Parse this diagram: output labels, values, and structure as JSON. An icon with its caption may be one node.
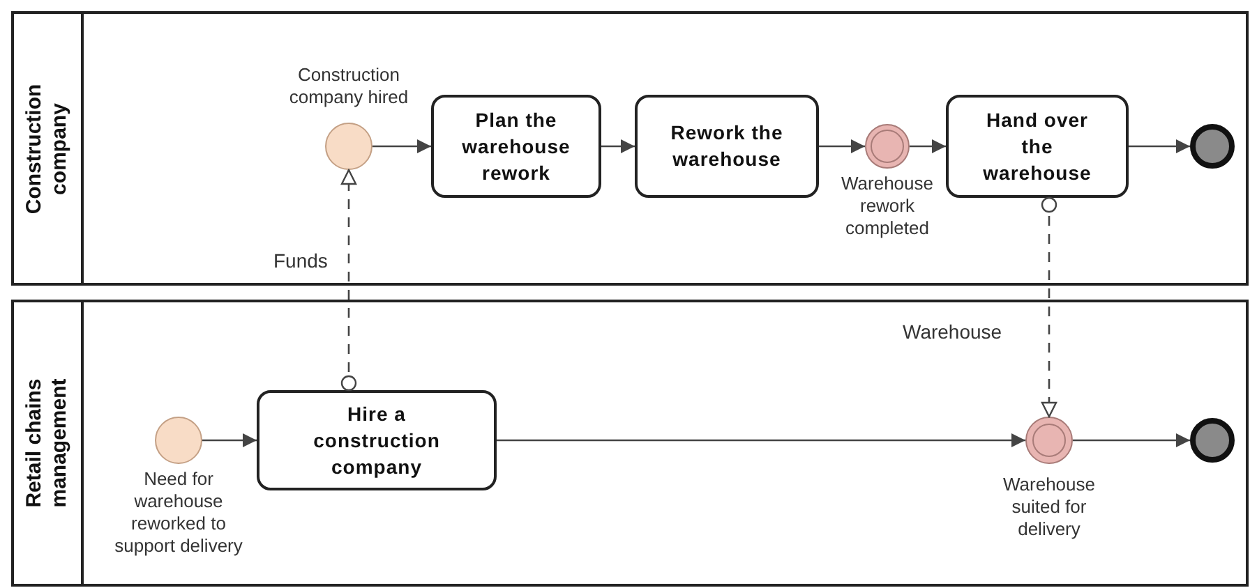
{
  "diagram": {
    "nodes": [
      {
        "text": [
          "Construction company"
        ]
      },
      {
        "text": [],
        "shape": "circle",
        "in": 0,
        "beside": [
          "Construction company hired"
        ]
      },
      {
        "text": [
          "Plan the warehouse rework"
        ],
        "in": 0
      },
      {
        "text": [
          "Rework the warehouse"
        ],
        "in": 0
      },
      {
        "text": [],
        "shape": "circle",
        "in": 0,
        "beside": [
          "Warehouse rework completed"
        ]
      },
      {
        "text": [
          "Hand over the warehouse"
        ],
        "in": 0
      },
      {
        "text": [],
        "shape": "circle",
        "in": 0
      },
      {
        "text": [
          "Retail chains management"
        ]
      },
      {
        "text": [],
        "shape": "circle",
        "in": 7,
        "beside": [
          "Need for warehouse reworked to support delivery"
        ]
      },
      {
        "text": [
          "Hire a construction company"
        ],
        "in": 7
      },
      {
        "text": [],
        "shape": "circle",
        "in": 7,
        "beside": [
          "Warehouse suited for delivery"
        ]
      },
      {
        "text": [],
        "shape": "circle",
        "in": 7
      }
    ],
    "edges": [
      {
        "from": 1,
        "to": 2,
        "arrow": "to"
      },
      {
        "from": 2,
        "to": 3,
        "arrow": "to"
      },
      {
        "from": 3,
        "to": 4,
        "arrow": "to"
      },
      {
        "from": 4,
        "to": 5,
        "arrow": "to"
      },
      {
        "from": 5,
        "to": 6,
        "arrow": "to"
      },
      {
        "from": 8,
        "to": 9,
        "arrow": "to"
      },
      {
        "from": 9,
        "to": 10,
        "arrow": "to"
      },
      {
        "from": 10,
        "to": 11,
        "arrow": "to"
      },
      {
        "from": 9,
        "to": 1,
        "arrow": "to",
        "style": "dashed",
        "label": "Funds"
      },
      {
        "from": 5,
        "to": 10,
        "arrow": "to",
        "style": "dashed",
        "label": "Warehouse"
      }
    ]
  }
}
